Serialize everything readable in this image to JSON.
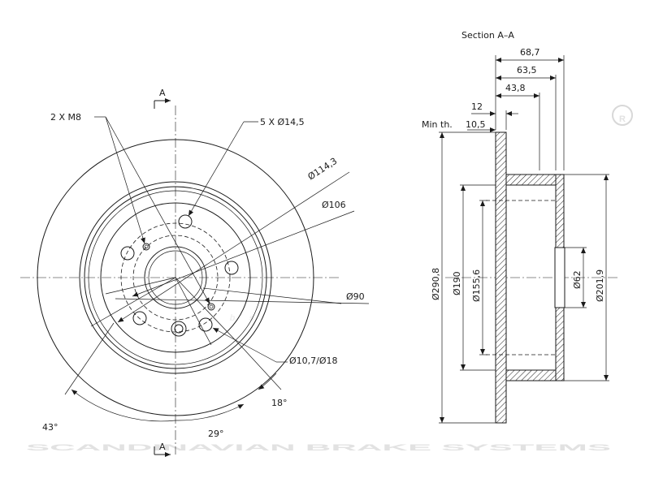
{
  "watermark": {
    "logo_text": "sbs",
    "brand_text": "SCANDINAVIAN BRAKE SYSTEMS",
    "registered_mark": "®"
  },
  "front_view": {
    "section_mark_top": "A",
    "section_mark_bottom": "A",
    "thread_holes": "2 X M8",
    "bolt_holes": "5 X Ø14,5",
    "pcd_114": "Ø114,3",
    "dia_106": "Ø106",
    "dia_90": "Ø90",
    "small_holes": "Ø10,7/Ø18",
    "angle_43": "43°",
    "angle_29": "29°",
    "angle_18": "18°"
  },
  "section_view": {
    "title": "Section A–A",
    "dim_68_7": "68,7",
    "dim_63_5": "63,5",
    "dim_43_8": "43,8",
    "dim_12": "12",
    "min_th_label": "Min th.",
    "min_th_value": "10,5",
    "dia_290_8": "Ø290,8",
    "dia_190": "Ø190",
    "dia_155_6": "Ø155,6",
    "dia_62": "Ø62",
    "dia_201_9": "Ø201,9"
  }
}
